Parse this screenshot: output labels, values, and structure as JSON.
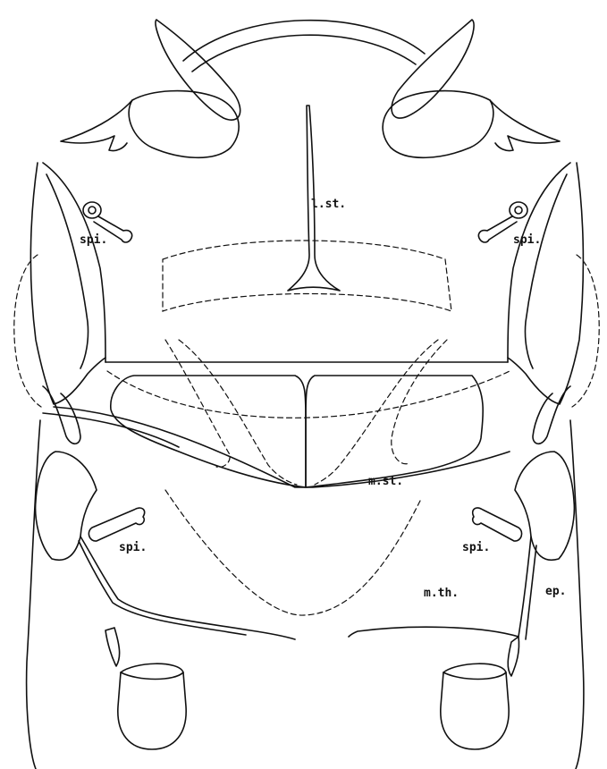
{
  "figure": {
    "type": "entomological line drawing (ventral view of thorax)",
    "ink_color": "#111111",
    "background": "#ffffff",
    "labels": {
      "lst": "l.st.",
      "spi_tl": "spi.",
      "spi_tr": "spi.",
      "spi_bl": "spi.",
      "spi_br": "spi.",
      "mst": "m.st.",
      "mth": "m.th.",
      "ep": "ep."
    }
  }
}
